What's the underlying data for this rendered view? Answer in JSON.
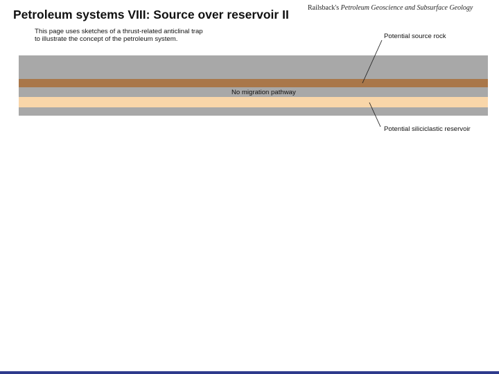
{
  "header": {
    "title": "Petroleum systems VIII: Source over reservoir II",
    "attribution_prefix": "Railsback's ",
    "attribution_italic": "Petroleum Geoscience and Subsurface Geology"
  },
  "intro": {
    "line1": "This page uses sketches of a thrust-related anticlinal trap",
    "line2": "to illustrate the concept of the petroleum system."
  },
  "diagram": {
    "layers": [
      "shale",
      "source",
      "shale",
      "reservoir",
      "shale"
    ],
    "colors": {
      "shale": "#a8a8a8",
      "source": "#a9774a",
      "reservoir": "#f9d6a9",
      "footer": "#2e3a8c"
    },
    "center_label": "No migration pathway",
    "callouts": {
      "source": "Potential source rock",
      "reservoir": "Potential siliciclastic reservoir"
    }
  }
}
